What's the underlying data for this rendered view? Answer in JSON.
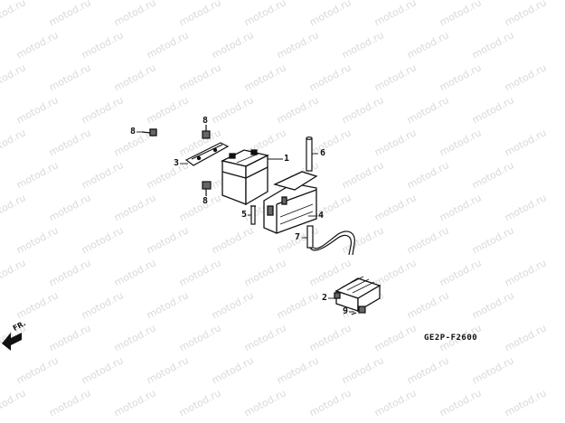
{
  "watermark": {
    "text": "motod.ru"
  },
  "diagram": {
    "code": "GE2P-F2600",
    "direction_label": "FR.",
    "callouts": [
      {
        "id": "c1",
        "label": "1"
      },
      {
        "id": "c2",
        "label": "2"
      },
      {
        "id": "c3",
        "label": "3"
      },
      {
        "id": "c4",
        "label": "4"
      },
      {
        "id": "c5",
        "label": "5"
      },
      {
        "id": "c6",
        "label": "6"
      },
      {
        "id": "c7",
        "label": "7"
      },
      {
        "id": "c8a",
        "label": "8"
      },
      {
        "id": "c8b",
        "label": "8"
      },
      {
        "id": "c8c",
        "label": "8"
      },
      {
        "id": "c9",
        "label": "9"
      }
    ]
  }
}
